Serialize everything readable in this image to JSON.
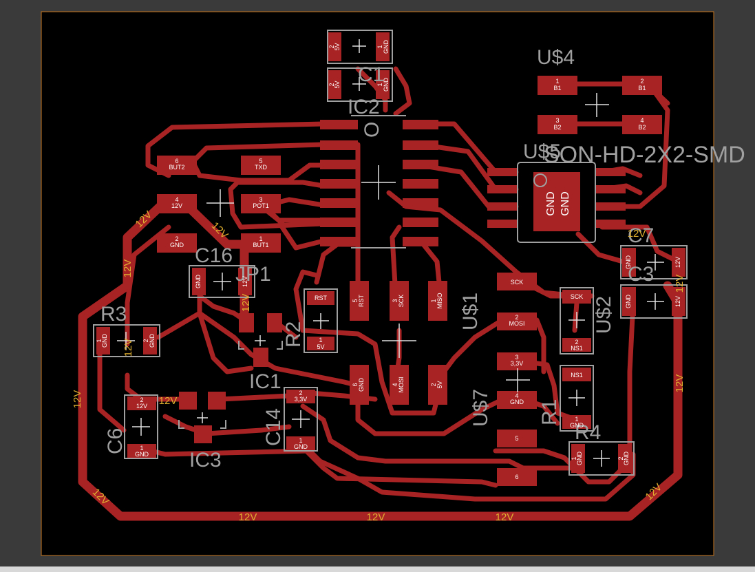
{
  "colors": {
    "background": "#3a3a3a",
    "board": "#000000",
    "outline": "#c8781e",
    "copper": "#a82424",
    "pad_text": "#ffffff",
    "silk": "#a0a0a0",
    "net_label": "#e0b030"
  },
  "components": {
    "c1": "C1",
    "ic2": "IC2",
    "u4": "U$4",
    "u5": "U$5",
    "u5_pkg": "SON-HD-2X2-SMD",
    "c16": "C16",
    "jp1": "JP1",
    "r3": "R3",
    "r2": "R2",
    "u1": "U$1",
    "u2": "U$2",
    "ic1": "IC1",
    "ic3": "IC3",
    "c6": "C6",
    "c14": "C14",
    "u7": "U$7",
    "r1": "R1",
    "r4": "R4",
    "c7": "C7",
    "c3": "C3"
  },
  "pads": {
    "c_top_a_2": "2",
    "c_top_a_2n": "5V",
    "c_top_a_1": "1",
    "c_top_a_1n": "GND",
    "c_top_b_2": "2",
    "c_top_b_2n": "5V",
    "c_top_b_1": "1",
    "c_top_b_1n": "GND",
    "u4_1": "1",
    "u4_1n": "B1",
    "u4_2": "2",
    "u4_2n": "B1",
    "u4_3": "3",
    "u4_3n": "B2",
    "u4_4": "4",
    "u4_4n": "B2",
    "conn_6": "6",
    "conn_6n": "BUT2",
    "conn_5": "5",
    "conn_5n": "TXD",
    "conn_4": "4",
    "conn_4n": "12V",
    "conn_3": "3",
    "conn_3n": "POT1",
    "conn_2": "2",
    "conn_2n": "GND",
    "conn_1": "1",
    "conn_1n": "BUT1",
    "u5_gnd_a": "GND",
    "u5_gnd_b": "GND",
    "c16_n": "GND",
    "c16_n2": "12V",
    "r3_1": "1",
    "r3_1n": "GND",
    "r3_2": "2",
    "r3_2n": "GND",
    "r2_rst": "RST",
    "r2_1": "1",
    "r2_1n": "5V",
    "isp_5": "5",
    "isp_5n": "RST",
    "isp_3": "3",
    "isp_3n": "SCK",
    "isp_1": "1",
    "isp_1n": "MISO",
    "isp_6": "6",
    "isp_6n": "GND",
    "isp_4": "4",
    "isp_4n": "MOSI",
    "isp_2": "2",
    "isp_2n": "5V",
    "u1_sck": "SCK",
    "u1_2": "2",
    "u1_2n": "MOSI",
    "u2_sck": "SCK",
    "u2_2": "2",
    "u2_2n": "NS1",
    "u7_3": "3",
    "u7_3n": "3,3V",
    "u7_4": "4",
    "u7_4n": "GND",
    "u7_5": "5",
    "u7_6": "6",
    "r1_n": "NS1",
    "r1_1": "1",
    "r1_1n": "GND",
    "c6_2": "2",
    "c6_2n": "12V",
    "c6_1": "1",
    "c6_1n": "GND",
    "c14_2": "2",
    "c14_2n": "3,3V",
    "c14_1": "1",
    "c14_1n": "GND",
    "r4_1": "1",
    "r4_1n": "GND",
    "r4_2": "2",
    "r4_2n": "GND",
    "c7_n1": "GND",
    "c7_n2": "12V",
    "c3_n1": "GND",
    "c3_n2": "12V"
  },
  "nets": {
    "v12": "12V"
  }
}
